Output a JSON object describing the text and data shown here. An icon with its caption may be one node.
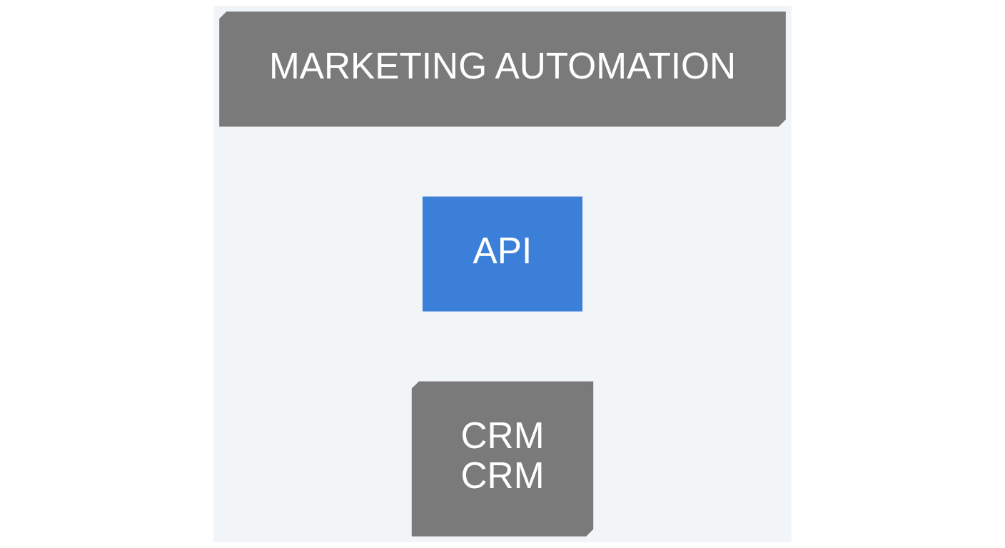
{
  "diagram": {
    "nodes": [
      {
        "text": [
          "CRM",
          "CRM"
        ]
      },
      {
        "text": [
          "API"
        ]
      },
      {
        "text": [
          "MARKETING AUTOMATION"
        ]
      }
    ]
  }
}
